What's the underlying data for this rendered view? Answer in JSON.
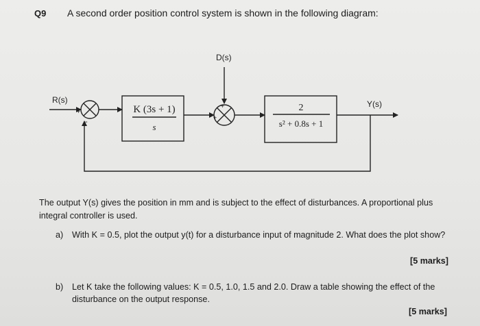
{
  "question": {
    "number": "Q9",
    "title": "A second order position control system is shown in the following diagram:"
  },
  "diagram": {
    "input_label": "R(s)",
    "disturbance_label": "D(s)",
    "output_label": "Y(s)",
    "sum1_signs": [
      "+",
      "-"
    ],
    "sum2_signs": [
      "+",
      "+"
    ],
    "controller": {
      "numerator": "K (3s + 1)",
      "denominator": "s"
    },
    "plant": {
      "numerator": "2",
      "denominator": "s² + 0.8s + 1"
    }
  },
  "body": {
    "paragraph": "The output Y(s) gives the position in mm and is subject to the effect of disturbances. A proportional plus integral controller is used.",
    "part_a": {
      "label": "a)",
      "text": "With K = 0.5, plot the output y(t) for a disturbance input of magnitude 2. What does the plot show?",
      "marks": "[5 marks]"
    },
    "part_b": {
      "label": "b)",
      "text": "Let K take the following values: K = 0.5, 1.0, 1.5 and 2.0. Draw a table showing the effect of the disturbance on the output response.",
      "marks": "[5 marks]"
    }
  }
}
